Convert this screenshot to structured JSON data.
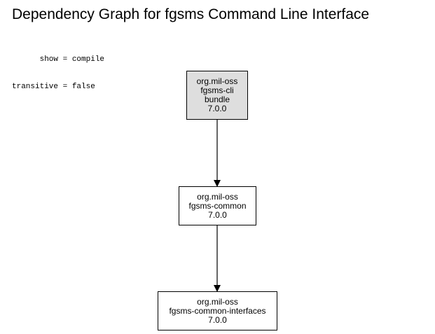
{
  "title": "Dependency Graph for fgsms Command Line Interface",
  "parameters": [
    "      show = compile",
    "transitive = false"
  ],
  "nodes": [
    {
      "id": "fgsms-cli",
      "group": "org.mil-oss",
      "artifact": "fgsms-cli",
      "packaging": "bundle",
      "version": "7.0.0",
      "root": true
    },
    {
      "id": "fgsms-common",
      "group": "org.mil-oss",
      "artifact": "fgsms-common",
      "version": "7.0.0"
    },
    {
      "id": "fgsms-common-interfaces",
      "group": "org.mil-oss",
      "artifact": "fgsms-common-interfaces",
      "version": "7.0.0"
    }
  ],
  "edges": [
    {
      "from": "fgsms-cli",
      "to": "fgsms-common"
    },
    {
      "from": "fgsms-common",
      "to": "fgsms-common-interfaces"
    }
  ],
  "colors": {
    "root_fill": "#dedede",
    "node_fill": "#ffffff",
    "stroke": "#000000"
  }
}
